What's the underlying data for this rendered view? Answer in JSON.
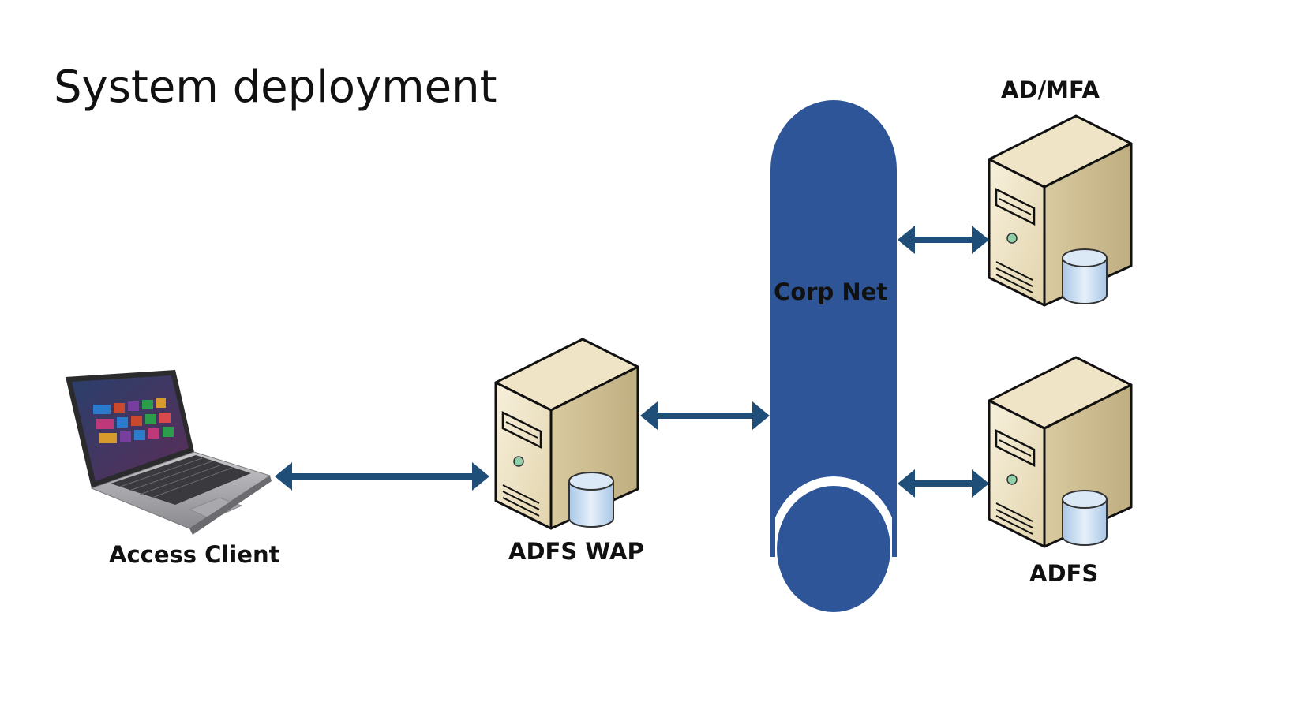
{
  "title": "System deployment",
  "nodes": {
    "client": {
      "label": "Access Client",
      "icon": "laptop-icon"
    },
    "wap": {
      "label": "ADFS WAP",
      "icon": "server-icon"
    },
    "corpnet": {
      "label": "Corp Net",
      "icon": "network-cylinder-icon",
      "color": "#2e5597"
    },
    "ad_mfa": {
      "label": "AD/MFA",
      "icon": "server-icon"
    },
    "adfs": {
      "label": "ADFS",
      "icon": "server-icon"
    }
  },
  "colors": {
    "arrow": "#1f4e79",
    "network": "#2e5597",
    "server_body": "#f0e6cc",
    "server_side": "#d8c9a0",
    "database": "#c7dcef"
  },
  "connections": [
    {
      "from": "client",
      "to": "wap",
      "direction": "bidirectional"
    },
    {
      "from": "wap",
      "to": "corpnet",
      "direction": "bidirectional"
    },
    {
      "from": "corpnet",
      "to": "ad_mfa",
      "direction": "bidirectional"
    },
    {
      "from": "corpnet",
      "to": "adfs",
      "direction": "bidirectional"
    }
  ]
}
